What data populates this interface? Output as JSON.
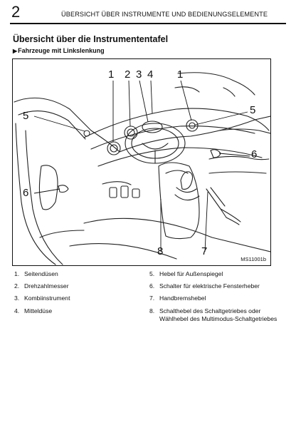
{
  "header": {
    "page_number": "2",
    "running_head": "ÜBERSICHT ÜBER INSTRUMENTE UND BEDIENUNGSELEMENTE"
  },
  "section": {
    "title": "Übersicht über die Instrumententafel",
    "subtitle": "Fahrzeuge mit Linkslenkung",
    "subtitle_marker": "▶"
  },
  "figure": {
    "code": "MS11001b",
    "callouts": {
      "top_1a": "1",
      "top_2": "2",
      "top_3": "3",
      "top_4": "4",
      "top_1b": "1",
      "left_5": "5",
      "right_5": "5",
      "right_6": "6",
      "left_6": "6",
      "bottom_8": "8",
      "bottom_7": "7"
    }
  },
  "legend": [
    {
      "num": "1.",
      "text": "Seitendüsen"
    },
    {
      "num": "2.",
      "text": "Drehzahlmesser"
    },
    {
      "num": "3.",
      "text": "Kombiinstrument"
    },
    {
      "num": "4.",
      "text": "Mitteldüse"
    },
    {
      "num": "5.",
      "text": "Hebel für Außenspiegel"
    },
    {
      "num": "6.",
      "text": "Schalter für elektrische Fensterheber"
    },
    {
      "num": "7.",
      "text": "Handbremshebel"
    },
    {
      "num": "8.",
      "text": "Schalthebel des Schaltgetriebes oder Wählhebel des Multimodus-Schaltgetriebes"
    }
  ]
}
